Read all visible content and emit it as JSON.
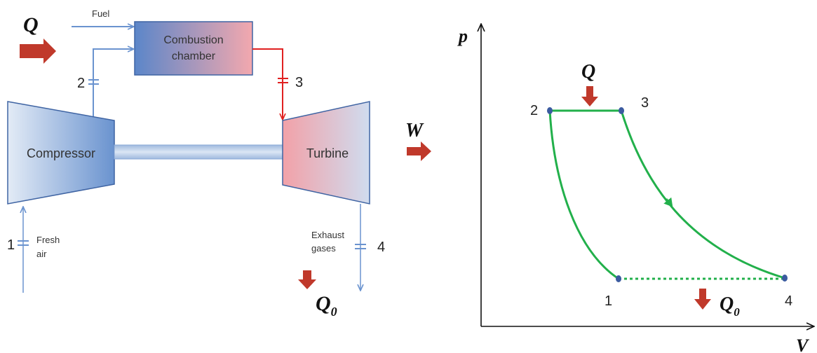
{
  "schematic": {
    "heat_in": "Q",
    "fuel": "Fuel",
    "combustion_line1": "Combustion",
    "combustion_line2": "chamber",
    "compressor": "Compressor",
    "turbine": "Turbine",
    "work": "W",
    "fresh_line1": "Fresh",
    "fresh_line2": "air",
    "exhaust_line1": "Exhaust",
    "exhaust_line2": "gases",
    "heat_out": "Q",
    "heat_out_sub": "0",
    "state_1": "1",
    "state_2": "2",
    "state_3": "3",
    "state_4": "4"
  },
  "pv_diagram": {
    "y_axis": "p",
    "x_axis": "V",
    "heat_in": "Q",
    "heat_out": "Q",
    "heat_out_sub": "0",
    "state_1": "1",
    "state_2": "2",
    "state_3": "3",
    "state_4": "4"
  },
  "colors": {
    "blue_part": "#5b86c9",
    "red_part": "#f0a0a8",
    "cycle_green": "#22b04b",
    "arrow_red": "#c0392b",
    "line_blue": "#6a93cf",
    "hot_line": "#e02020"
  }
}
